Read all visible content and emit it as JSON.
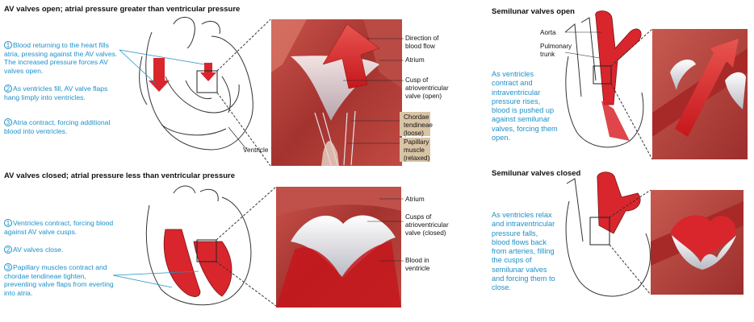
{
  "panels": {
    "av_open": {
      "title": "AV valves open; atrial pressure greater than ventricular pressure",
      "steps": [
        {
          "num": "1",
          "text": "Blood returning to the heart fills atria, pressing against the AV valves. The increased pressure forces AV valves open."
        },
        {
          "num": "2",
          "text": "As ventricles fill, AV valve flaps hang limply into ventricles."
        },
        {
          "num": "3",
          "text": "Atria contract, forcing additional blood into ventricles."
        }
      ],
      "labels": {
        "direction": "Direction of blood flow",
        "atrium": "Atrium",
        "cusp": "Cusp of atrioventricular valve (open)",
        "chordae": "Chordae tendineae (loose)",
        "papillary": "Papillary muscle (relaxed)",
        "ventricle": "Ventricle"
      }
    },
    "av_closed": {
      "title": "AV valves closed; atrial pressure less than ventricular pressure",
      "steps": [
        {
          "num": "1",
          "text": "Ventricles contract, forcing blood against AV valve cusps."
        },
        {
          "num": "2",
          "text": "AV valves close."
        },
        {
          "num": "3",
          "text": "Papillary muscles contract and chordae tendineae tighten, preventing valve flaps from everting into atria."
        }
      ],
      "labels": {
        "atrium": "Atrium",
        "cusps": "Cusps of atrioventricular valve (closed)",
        "blood": "Blood in ventricle"
      }
    },
    "sl_open": {
      "title": "Semilunar valves open",
      "text": "As ventricles contract and intraventricular pressure rises, blood is pushed up against semilunar valves, forcing them open.",
      "labels": {
        "aorta": "Aorta",
        "pulmonary": "Pulmonary trunk"
      }
    },
    "sl_closed": {
      "title": "Semilunar valves closed",
      "text": "As ventricles relax and intraventricular pressure falls, blood flows back from arteries, filling the cusps of semilunar valves and forcing them to close."
    }
  },
  "colors": {
    "blood": "#d8262c",
    "muscle": "#b8433f",
    "text_blue": "#1e90c8",
    "valve": "#e8e8ec"
  }
}
